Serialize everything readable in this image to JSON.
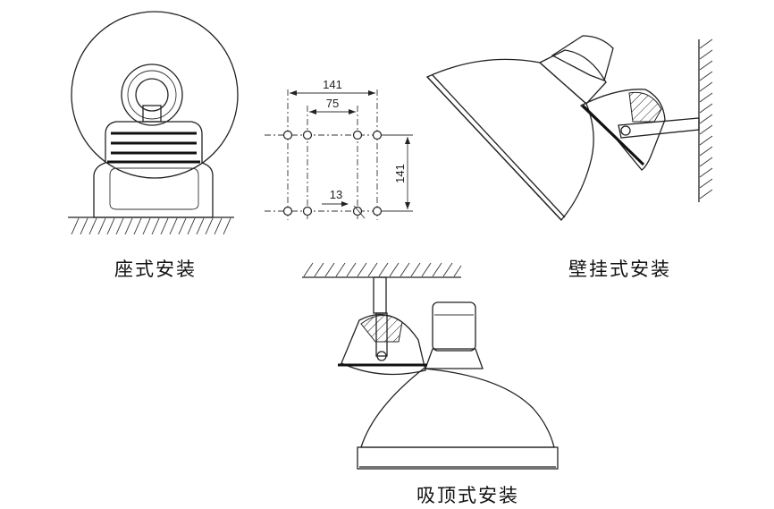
{
  "captions": {
    "seat": "座式安装",
    "wall": "壁挂式安装",
    "ceiling": "吸顶式安装"
  },
  "dimensions": {
    "outer_width": "141",
    "inner_width": "75",
    "height": "141",
    "offset": "13"
  }
}
